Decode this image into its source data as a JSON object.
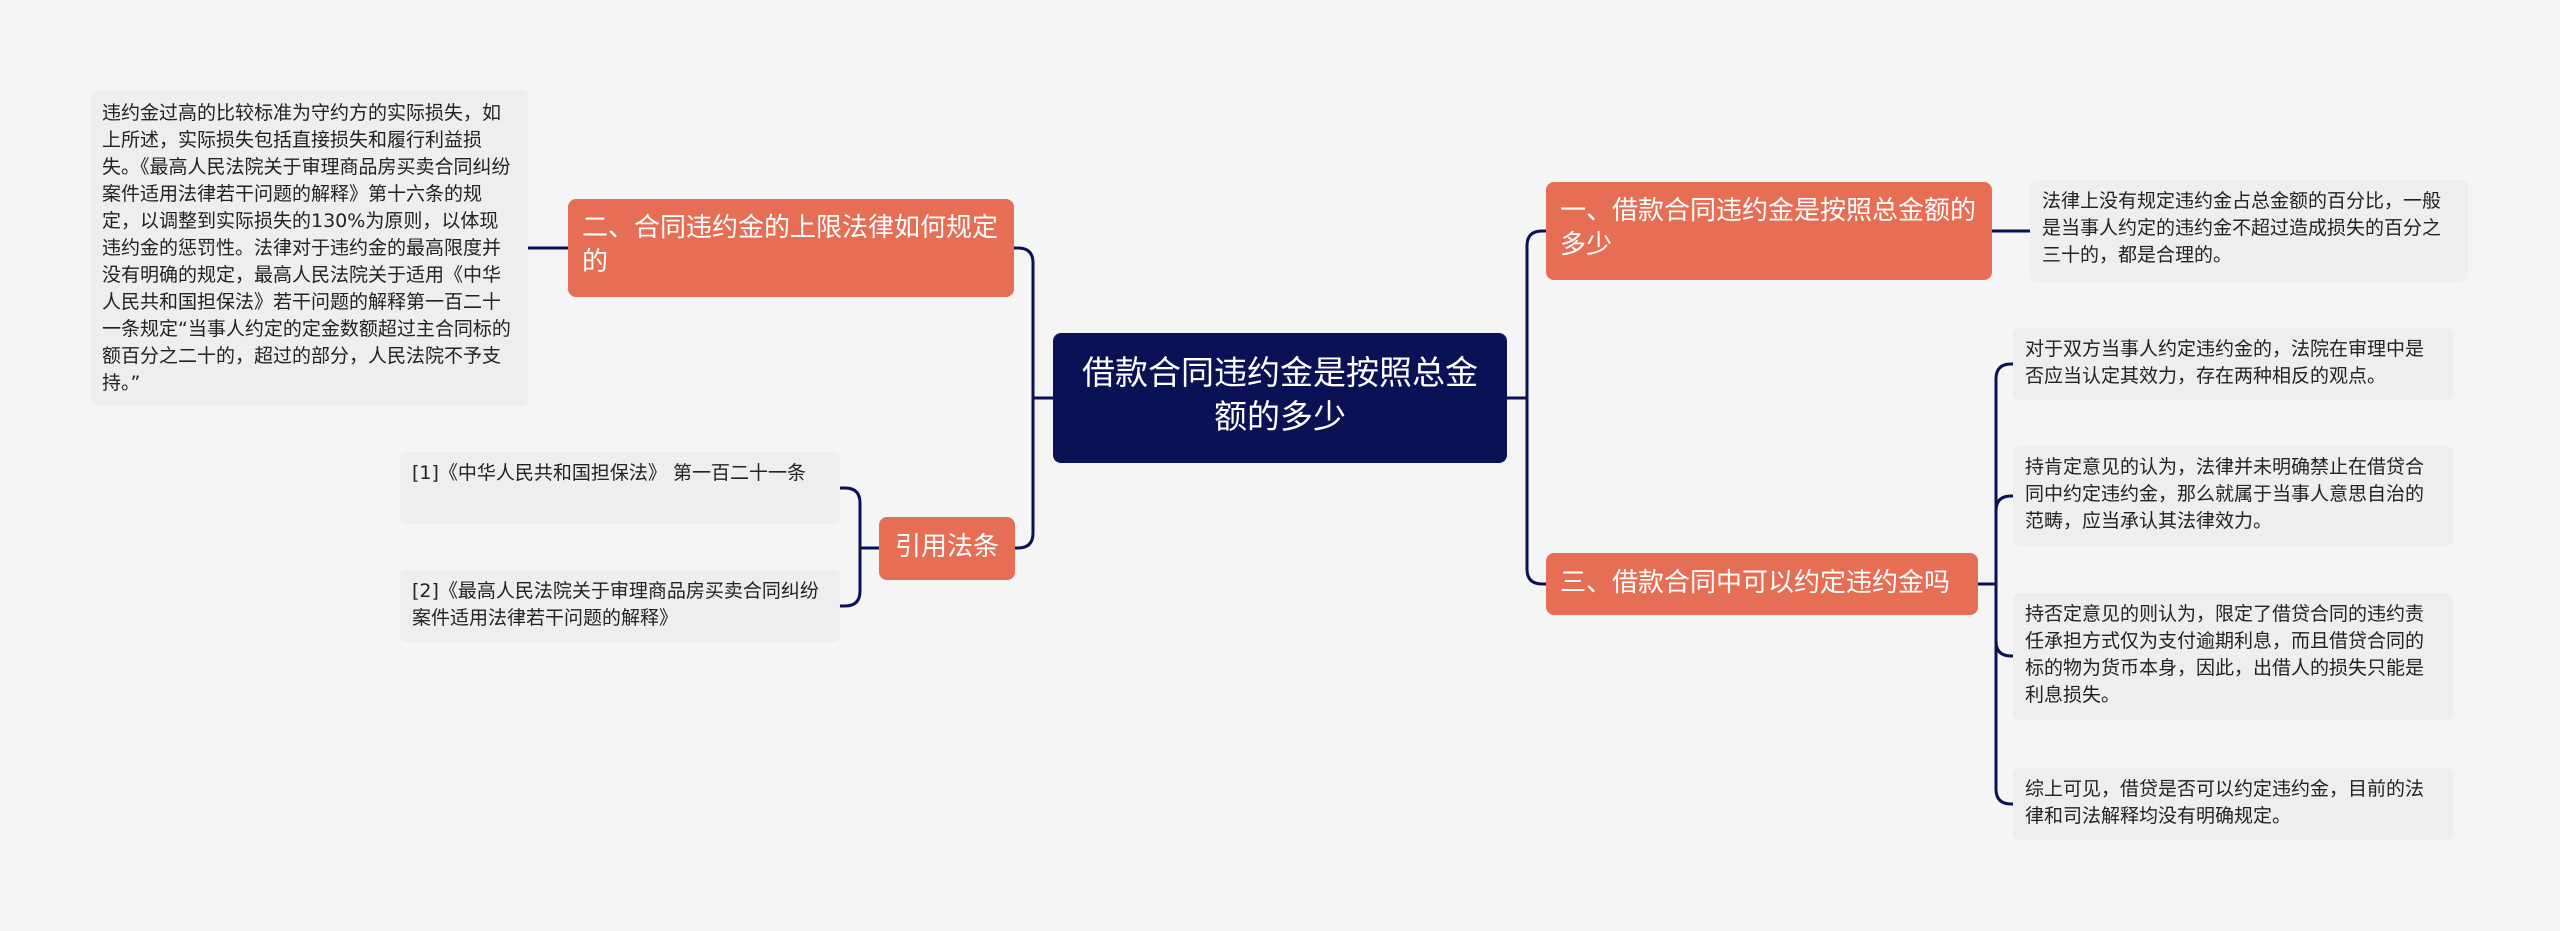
{
  "root": {
    "title": "借款合同违约金是按照总金额的多少"
  },
  "branches": [
    {
      "label": "一、借款合同违约金是按照总金额的多少"
    },
    {
      "label": "二、合同违约金的上限法律如何规定的"
    },
    {
      "label": "三、借款合同中可以约定违约金吗"
    },
    {
      "label": "引用法条"
    }
  ],
  "leaves": [
    {
      "text": "法律上没有规定违约金占总金额的百分比，一般是当事人约定的违约金不超过造成损失的百分之三十的，都是合理的。"
    },
    {
      "text": "违约金过高的比较标准为守约方的实际损失，如上所述，实际损失包括直接损失和履行利益损失。《最高人民法院关于审理商品房买卖合同纠纷案件适用法律若干问题的解释》第十六条的规定，以调整到实际损失的130%为原则，以体现违约金的惩罚性。法律对于违约金的最高限度并没有明确的规定，最高人民法院关于适用《中华人民共和国担保法》若干问题的解释第一百二十一条规定“当事人约定的定金数额超过主合同标的额百分之二十的，超过的部分，人民法院不予支持。”"
    },
    {
      "text": "对于双方当事人约定违约金的，法院在审理中是否应当认定其效力，存在两种相反的观点。"
    },
    {
      "text": "持肯定意见的认为，法律并未明确禁止在借贷合同中约定违约金，那么就属于当事人意思自治的范畴，应当承认其法律效力。"
    },
    {
      "text": "持否定意见的则认为，限定了借贷合同的违约责任承担方式仅为支付逾期利息，而且借贷合同的标的物为货币本身，因此，出借人的损失只能是利息损失。"
    },
    {
      "text": "综上可见，借贷是否可以约定违约金，目前的法律和司法解释均没有明确规定。"
    },
    {
      "text": "[1]《中华人民共和国担保法》 第一百二十一条"
    },
    {
      "text": "[2]《最高人民法院关于审理商品房买卖合同纠纷案件适用法律若干问题的解释》"
    }
  ],
  "colors": {
    "root_bg": "#0b1155",
    "branch_bg": "#e56e55",
    "leaf_bg": "#eeeeee",
    "connector": "#0b1155",
    "background": "#f5f5f5"
  }
}
